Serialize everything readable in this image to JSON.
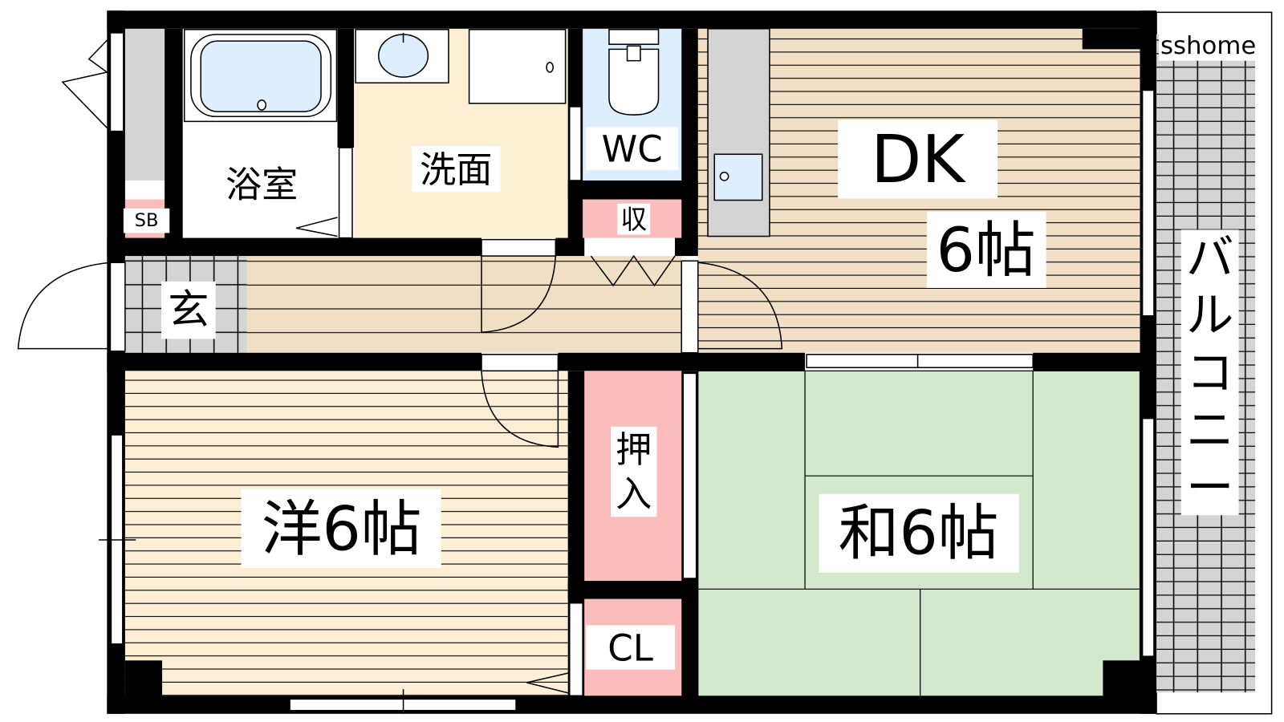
{
  "watermark": "sshome",
  "rooms": {
    "bath": "浴室",
    "washroom": "洗面",
    "wc": "WC",
    "storage": "収",
    "shoebox": "SB",
    "entrance": "玄",
    "dk": "DK",
    "dk_size": "6帖",
    "western": "洋6帖",
    "japanese": "和6帖",
    "closet_top": "押",
    "closet_bottom": "入",
    "cl": "CL",
    "balcony": [
      "バ",
      "ル",
      "コ",
      "ニ",
      "ー"
    ]
  },
  "colors": {
    "wall": "#000000",
    "dk_floor": "#f0dfc5",
    "western_floor": "#fcefd6",
    "washroom": "#fdf0d2",
    "wc": "#ddeeff",
    "storage": "#fbbcbc",
    "tatami": "#d3e8cc",
    "tile": "#d4d4d4"
  }
}
